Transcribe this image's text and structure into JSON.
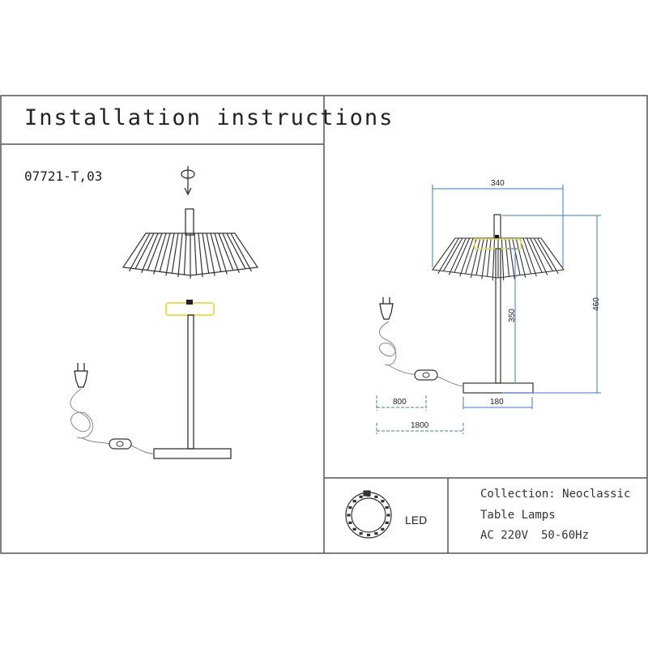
{
  "header": {
    "title": "Installation instructions"
  },
  "left_panel": {
    "model_code": "07721-T,03"
  },
  "dimensions": {
    "shade_width": "340",
    "total_height": "460",
    "stem_height": "350",
    "base_width": "180",
    "cord_to_switch": "800",
    "cord_length": "1800"
  },
  "light_source": {
    "label": "LED"
  },
  "specs": {
    "collection": "Collection: Neoclassic",
    "category": "Table Lamps",
    "voltage": "AC 220V",
    "frequency": "50-60Hz"
  },
  "colors": {
    "dimension_line": "#3a7bd5",
    "led_ring": "#e8e050",
    "line": "#333333"
  }
}
